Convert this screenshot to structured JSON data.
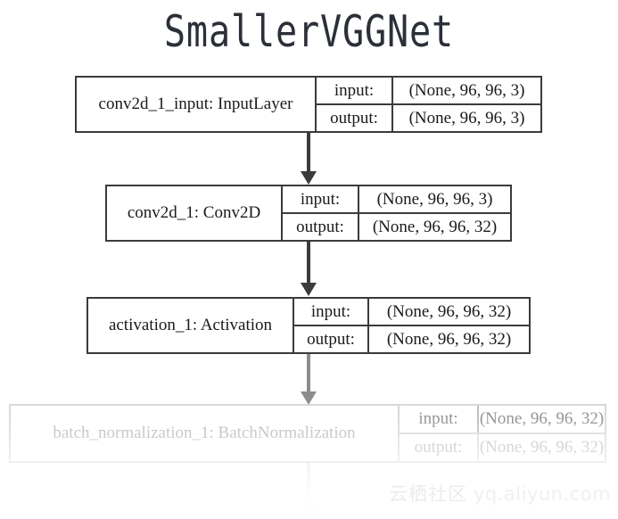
{
  "title": "SmallerVGGNet",
  "io_labels": {
    "input": "input:",
    "output": "output:"
  },
  "nodes": [
    {
      "name": "conv2d_1_input: InputLayer",
      "input": "(None, 96, 96, 3)",
      "output": "(None, 96, 96, 3)",
      "state": "normal"
    },
    {
      "name": "conv2d_1: Conv2D",
      "input": "(None, 96, 96, 3)",
      "output": "(None, 96, 96, 32)",
      "state": "normal"
    },
    {
      "name": "activation_1: Activation",
      "input": "(None, 96, 96, 32)",
      "output": "(None, 96, 96, 32)",
      "state": "normal"
    },
    {
      "name": "batch_normalization_1: BatchNormalization",
      "input": "(None, 96, 96, 32)",
      "output": "(None, 96, 96, 32)",
      "state": "faded"
    }
  ],
  "watermark": {
    "brand": "云栖社区",
    "url": "yq.aliyun.com"
  },
  "colors": {
    "border": "#3b3b3b",
    "text": "#1a1a1a",
    "title": "#2b2f38",
    "faded_border": "#d8d8d8",
    "faded_text": "#b6b6b6",
    "arrow": "#3b3b3b",
    "arrow_gray": "#8d8d8d",
    "background": "#ffffff"
  }
}
